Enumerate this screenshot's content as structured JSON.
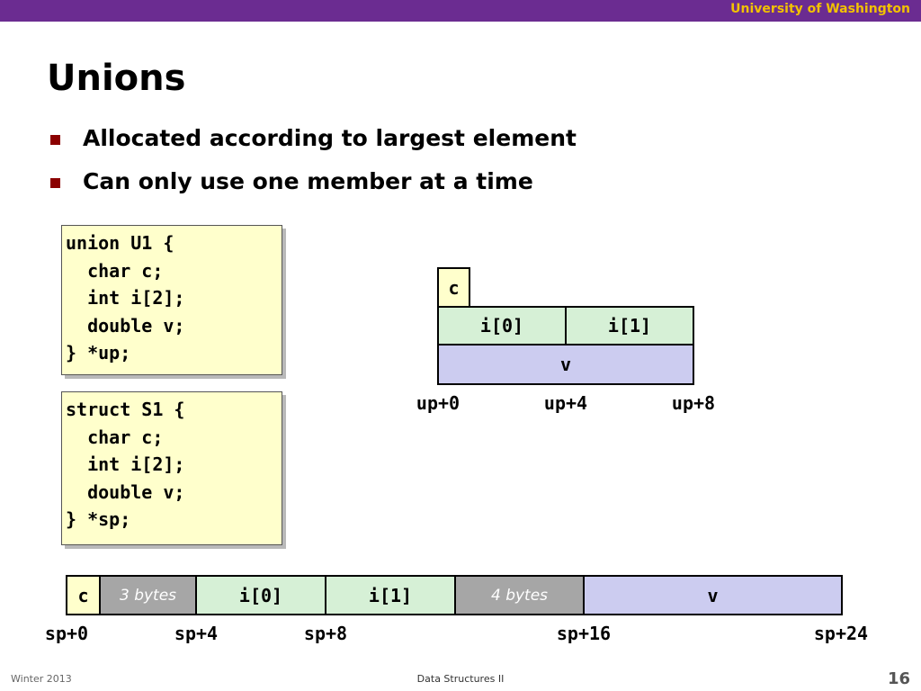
{
  "header": {
    "institution": "University of Washington"
  },
  "title": "Unions",
  "bullets": [
    "Allocated according to largest element",
    "Can only use one member at a time"
  ],
  "union_code": [
    "union U1 {",
    "  char c;",
    "  int i[2];",
    "  double v;",
    "} *up;"
  ],
  "struct_code": [
    "struct S1 {",
    "  char c;",
    "  int i[2];",
    "  double v;",
    "} *sp;"
  ],
  "union_layout": {
    "cells": {
      "c": "c",
      "i0": "i[0]",
      "i1": "i[1]",
      "v": "v"
    },
    "offsets": [
      "up+0",
      "up+4",
      "up+8"
    ]
  },
  "struct_layout": {
    "cells": {
      "c": "c",
      "pad1": "3 bytes",
      "i0": "i[0]",
      "i1": "i[1]",
      "pad2": "4 bytes",
      "v": "v"
    },
    "offsets": [
      "sp+0",
      "sp+4",
      "sp+8",
      "sp+16",
      "sp+24"
    ]
  },
  "colors": {
    "header_bar": "#6b2c91",
    "header_text": "#f2c200",
    "char_cell": "#ffffcc",
    "int_cell": "#d6f0d6",
    "double_cell": "#ccccf0",
    "padding_cell": "#a6a6a6",
    "bullet": "#8b0000"
  },
  "footer": {
    "left": "Winter 2013",
    "center": "Data Structures II",
    "page": "16"
  }
}
